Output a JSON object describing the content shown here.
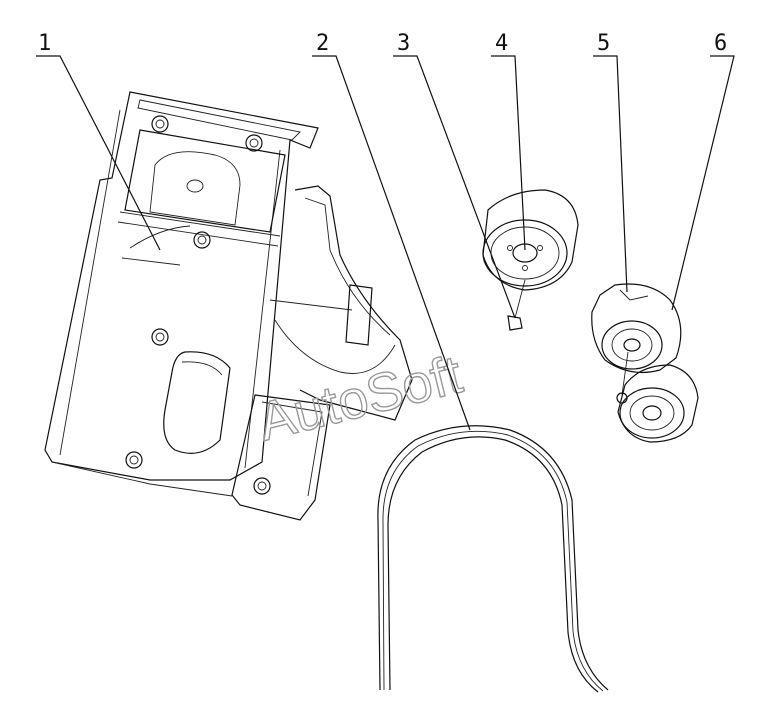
{
  "callouts": [
    {
      "label": "1",
      "part": "mounting-bracket"
    },
    {
      "label": "2",
      "part": "drive-belt"
    },
    {
      "label": "3",
      "part": "bolt"
    },
    {
      "label": "4",
      "part": "idler-pulley"
    },
    {
      "label": "5",
      "part": "tensioner-assembly"
    },
    {
      "label": "6",
      "part": "tensioner-pulley"
    }
  ],
  "watermark": "AutoSoft",
  "colors": {
    "line": "#111111",
    "watermark": "#999999",
    "background": "#ffffff"
  }
}
